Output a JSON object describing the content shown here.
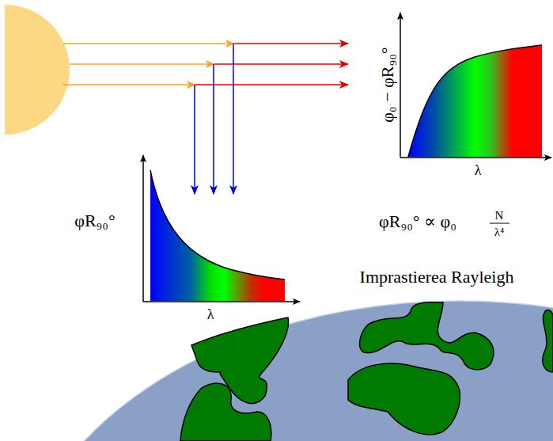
{
  "diagram": {
    "labels": [
      "φ₀ − φR₉₀°",
      "λ",
      "φR₉₀°",
      "λ",
      "φR₉₀° ∝ φ₀",
      "N",
      "λ⁴",
      "Imprastierea Rayleigh"
    ]
  }
}
